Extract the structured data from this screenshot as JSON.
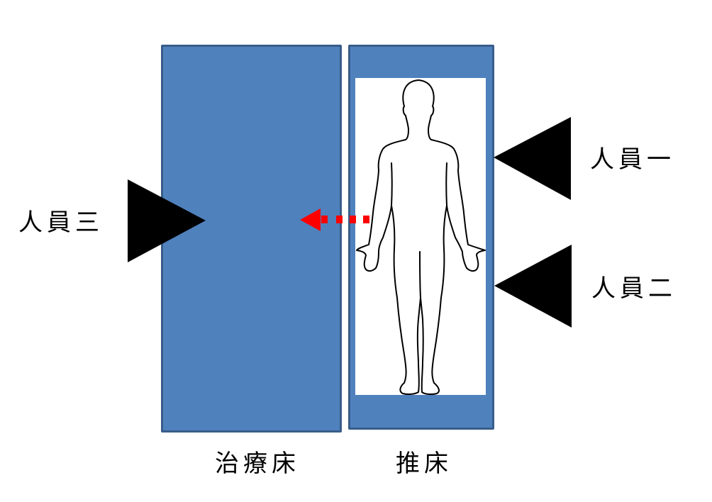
{
  "diagram": {
    "beds": {
      "treatment_bed": {
        "label": "治療床",
        "color": "#4F81BD",
        "border": "#385D8A"
      },
      "stretcher": {
        "label": "推床",
        "color": "#4F81BD",
        "border": "#385D8A"
      }
    },
    "staff": [
      {
        "id": "staff-1",
        "label": "人員一",
        "pointer_direction": "left"
      },
      {
        "id": "staff-2",
        "label": "人員二",
        "pointer_direction": "left"
      },
      {
        "id": "staff-3",
        "label": "人員三",
        "pointer_direction": "right"
      }
    ],
    "transfer_arrow": {
      "style": "dotted",
      "color": "#FF0000",
      "direction": "left",
      "meaning": "patient transfer from stretcher to treatment bed"
    },
    "patient_figure": "human-body-outline"
  }
}
